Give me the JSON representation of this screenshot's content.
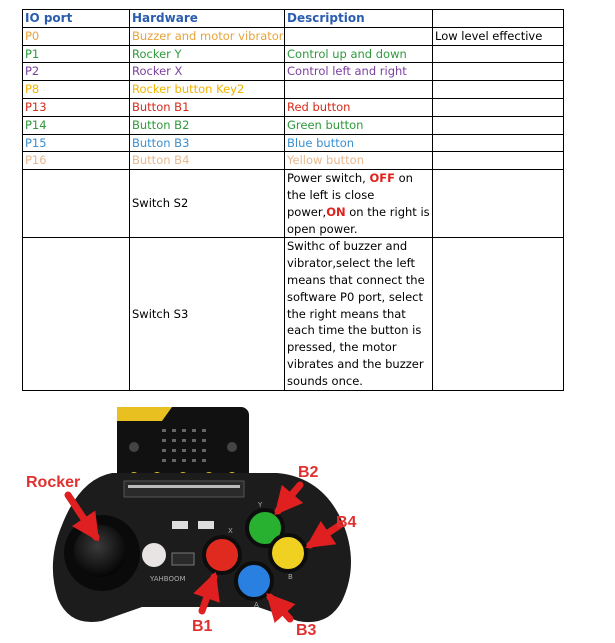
{
  "table": {
    "headers": [
      "IO port",
      "Hardware",
      "Description",
      ""
    ],
    "rows": [
      {
        "port": "P0",
        "hardware": "Buzzer and motor vibrator",
        "description": "",
        "note": "Low level effective",
        "color": "#e8a33a"
      },
      {
        "port": "P1",
        "hardware": "Rocker Y",
        "description": "Control up and down",
        "note": "",
        "color": "#2e9a3c"
      },
      {
        "port": "P2",
        "hardware": "Rocker X",
        "description": "Control left and right",
        "note": "",
        "color": "#7b3fa0"
      },
      {
        "port": "P8",
        "hardware": "Rocker button Key2",
        "description": "",
        "note": "",
        "color": "#f0b400"
      },
      {
        "port": "P13",
        "hardware": "Button B1",
        "description": "Red button",
        "note": "",
        "color": "#d42a1a"
      },
      {
        "port": "P14",
        "hardware": "Button B2",
        "description": "Green button",
        "note": "",
        "color": "#2e9a3c"
      },
      {
        "port": "P15",
        "hardware": "Button B3",
        "description": "Blue button",
        "note": "",
        "color": "#3a8fd0"
      },
      {
        "port": "P16",
        "hardware": "Button B4",
        "description": "Yellow button",
        "note": "",
        "color": "#e8b890"
      }
    ],
    "switch_s2": {
      "hardware": "Switch S2",
      "desc_a": "Power switch, ",
      "off": "OFF",
      "desc_b": " on the left is close power,",
      "on": "ON",
      "desc_c": " on the right is open power."
    },
    "switch_s3": {
      "hardware": "Switch S3",
      "desc": "Swithc of buzzer and vibrator,select the left means that connect the software P0 port, select the right means that each time the button is pressed, the motor vibrates and the buzzer sounds once."
    }
  },
  "photo": {
    "labels": {
      "rocker": "Rocker",
      "b1": "B1",
      "b2": "B2",
      "b3": "B3",
      "b4": "B4"
    },
    "silk": {
      "brand": "YAHBOOM",
      "a": "A",
      "b": "B",
      "x": "X",
      "y": "Y"
    },
    "colors": {
      "arrow": "#e02020",
      "label": "#e03030",
      "board": "#1c1c1c",
      "red": "#e02a20",
      "green": "#28b030",
      "blue": "#2a80e0",
      "yellow": "#f0d020"
    }
  }
}
